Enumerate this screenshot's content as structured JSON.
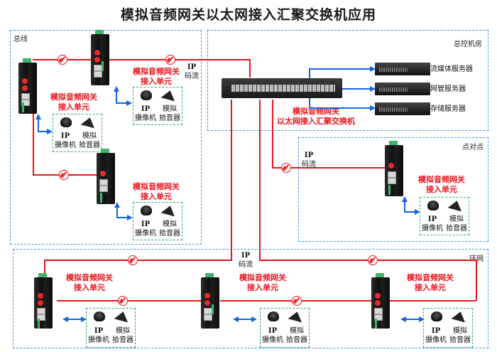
{
  "title": "模拟音频网关以太网接入汇聚交换机应用",
  "zones": {
    "bus": "总线",
    "control_room": "总控机房",
    "point_to_point": "点对点",
    "ring": "环网"
  },
  "labels": {
    "access_unit_line1": "模拟音频网关",
    "access_unit_line2": "接入单元",
    "switch_line1": "模拟音频网关",
    "switch_line2": "以太网接入汇聚交换机",
    "ip_stream_line1": "IP",
    "ip_stream_line2": "码流",
    "ip_camera_line1": "IP",
    "ip_camera_line2": "摄像机",
    "mic_line1": "模拟",
    "mic_line2": "拾音器"
  },
  "servers": [
    {
      "label": "流媒体服务器"
    },
    {
      "label": "网管服务器"
    },
    {
      "label": "存储服务器"
    }
  ],
  "colors": {
    "fiber_link": "#e8141b",
    "ethernet_link": "#1565e0",
    "zone_border": "#4a8fe0",
    "device_group_border": "#2fae5a"
  }
}
